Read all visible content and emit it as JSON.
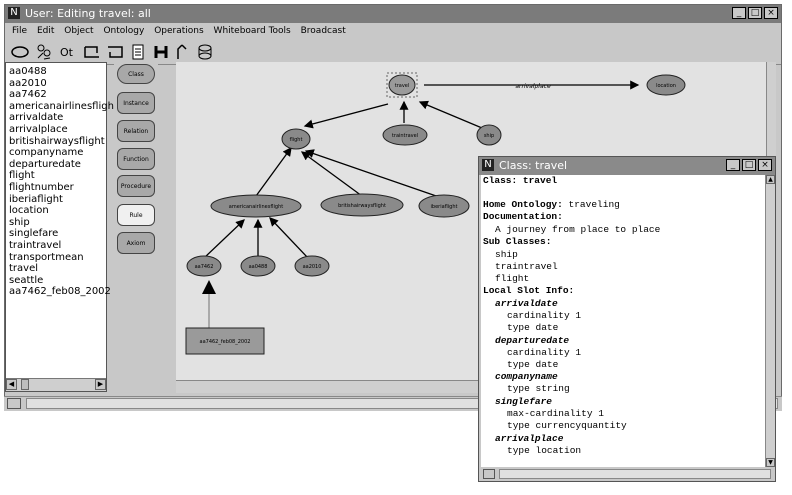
{
  "main_window": {
    "title": "User: Editing travel: all",
    "menu": [
      "File",
      "Edit",
      "Object",
      "Ontology",
      "Operations",
      "Whiteboard Tools",
      "Broadcast"
    ]
  },
  "toolbar_icons": [
    "ellipse-icon",
    "people-icon",
    "ontology-icon",
    "import-icon",
    "export-icon",
    "document-icon",
    "h-icon",
    "draw-icon",
    "database-icon"
  ],
  "class_list": [
    "aa0488",
    "aa2010",
    "aa7462",
    "americanairlinesflight",
    "arrivaldate",
    "arrivalplace",
    "britishairwaysflight",
    "companyname",
    "departuredate",
    "flight",
    "flightnumber",
    "iberiaflight",
    "location",
    "ship",
    "singlefare",
    "traintravel",
    "transportmean",
    "travel",
    "seattle",
    "aa7462_feb08_2002"
  ],
  "palette": [
    "Class",
    "Instance",
    "Relation",
    "Function",
    "Procedure",
    "Rule",
    "Axiom"
  ],
  "graph": {
    "nodes": {
      "travel": "travel",
      "location": "location",
      "flight": "flight",
      "traintravel": "traintravel",
      "ship": "ship",
      "americanairlinesflight": "americanairlinesflight",
      "britishairwaysflight": "britishairwaysflight",
      "iberiaflight": "iberiaflight",
      "aa7462": "aa7462",
      "aa0488": "aa0488",
      "aa2010": "aa2010",
      "instance": "aa7462_feb08_2002"
    },
    "edge_label": "arrivalplace"
  },
  "popup": {
    "title": "Class: travel",
    "header": "Class: travel",
    "home_label": "Home Ontology:",
    "home_value": "traveling",
    "doc_label": "Documentation:",
    "doc_value": "A journey from place to place",
    "subclasses_label": "Sub Classes:",
    "subclasses": [
      "ship",
      "traintravel",
      "flight"
    ],
    "slots_label": "Local Slot Info:",
    "slots": [
      {
        "name": "arrivaldate",
        "lines": [
          "cardinality 1",
          "type date"
        ]
      },
      {
        "name": "departuredate",
        "lines": [
          "cardinality 1",
          "type date"
        ]
      },
      {
        "name": "companyname",
        "lines": [
          "type string"
        ]
      },
      {
        "name": "singlefare",
        "lines": [
          "max-cardinality 1",
          "type currencyquantity"
        ]
      },
      {
        "name": "arrivalplace",
        "lines": [
          "type location"
        ]
      }
    ]
  }
}
